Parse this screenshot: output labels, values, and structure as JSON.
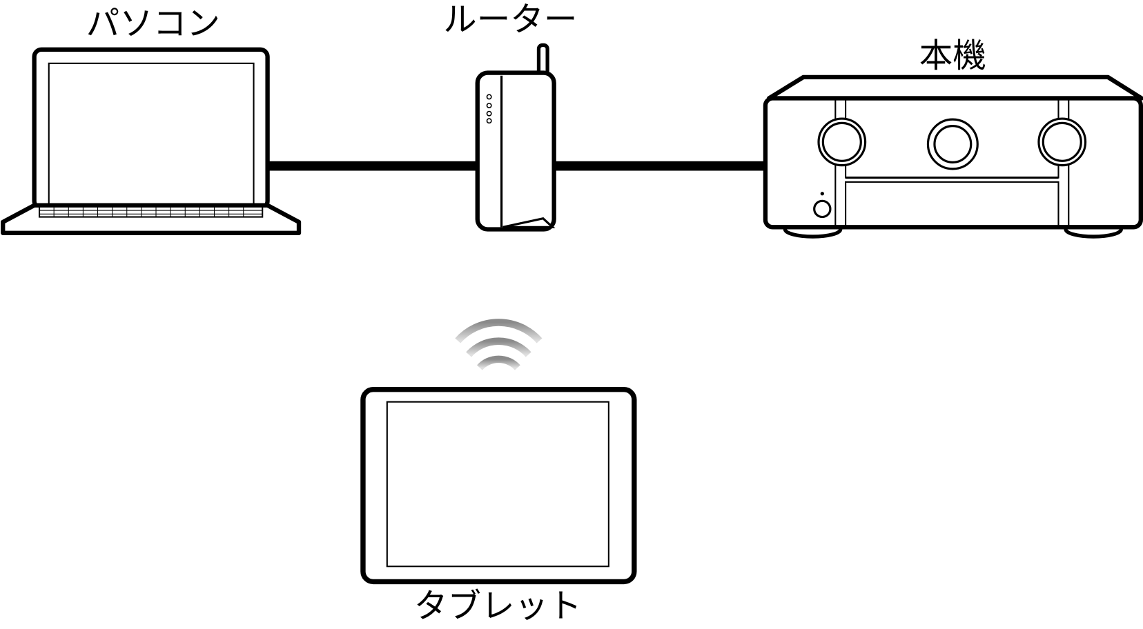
{
  "labels": {
    "pc": "パソコン",
    "router": "ルーター",
    "unit": "本機",
    "tablet": "タブレット"
  },
  "colors": {
    "line": "#000000",
    "background": "#ffffff",
    "wifi": "#9a9a9a"
  },
  "icons": [
    "laptop-icon",
    "router-icon",
    "av-receiver-icon",
    "wifi-icon",
    "tablet-icon"
  ]
}
